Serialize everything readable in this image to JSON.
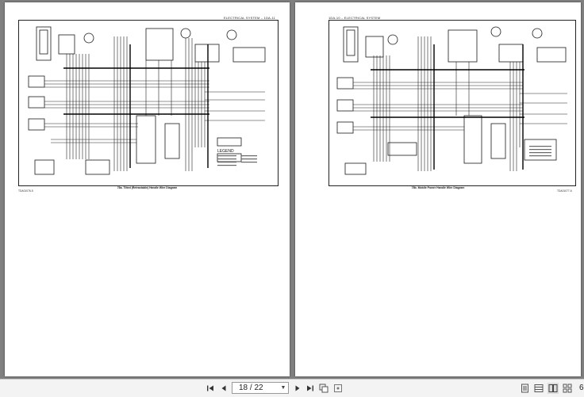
{
  "left_page": {
    "header": "ELECTRICAL SYSTEM – 1DA-11",
    "caption": "78a. Tilted (Retractable) Handle Wire Diagram",
    "footer_code": "TDA01076-5",
    "legend_title": "LEGEND"
  },
  "right_page": {
    "header": "1DA-10 – ELECTRICAL SYSTEM",
    "caption": "78b. Mobile Power Handle Wire Diagram",
    "footer_code": "TDA01077-6"
  },
  "toolbar": {
    "page_value": "18 / 22",
    "zoom_value": "6",
    "icons": [
      "first-page-icon",
      "prev-page-icon",
      "next-page-icon",
      "last-page-icon",
      "copy-icon",
      "pan-icon",
      "single-page-icon",
      "two-page-icon",
      "continuous-icon",
      "grid-icon"
    ]
  }
}
